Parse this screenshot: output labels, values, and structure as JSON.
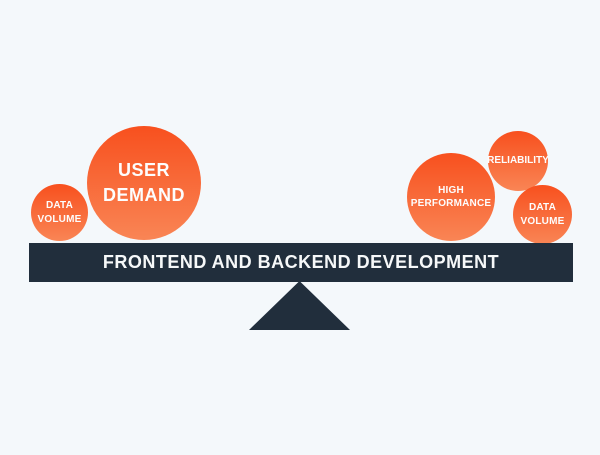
{
  "colors": {
    "page_bg": "#f4f8fb",
    "bar_bg": "#212e3c",
    "circle_top": "#f8501e",
    "circle_bottom": "#f98555",
    "label_text": "#fdfdfd"
  },
  "bar": {
    "label": "FRONTEND AND BACKEND DEVELOPMENT"
  },
  "circles": [
    {
      "id": "data-volume-left",
      "side": "left",
      "line1": "DATA",
      "line2": "VOLUME"
    },
    {
      "id": "user-demand",
      "side": "left",
      "line1": "USER",
      "line2": "DEMAND"
    },
    {
      "id": "high-performance",
      "side": "right",
      "line1": "HIGH",
      "line2": "PERFORMANCE"
    },
    {
      "id": "reliability",
      "side": "right",
      "line1": "RELIABILITY",
      "line2": ""
    },
    {
      "id": "data-volume-right",
      "side": "right",
      "line1": "DATA",
      "line2": "VOLUME"
    }
  ]
}
